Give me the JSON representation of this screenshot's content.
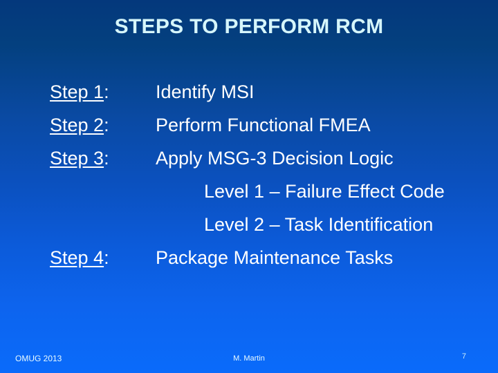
{
  "slide": {
    "title": "STEPS TO PERFORM RCM",
    "colors": {
      "background_top": "#04387c",
      "background_bottom": "#0a6bfb",
      "title_color": "#d6f6fb",
      "body_color": "#ffffff",
      "footer_color": "#e8fbff"
    },
    "rows": [
      {
        "label": "Step 1",
        "colon": ":",
        "text": "Identify MSI"
      },
      {
        "label": "Step 2",
        "colon": ":",
        "text": "Perform Functional FMEA"
      },
      {
        "label": "Step 3",
        "colon": ":",
        "text": "Apply MSG-3 Decision Logic"
      }
    ],
    "sub_rows": [
      {
        "text": "Level 1 – Failure Effect Code"
      },
      {
        "text": "Level 2 – Task Identification"
      }
    ],
    "final_row": {
      "label": "Step 4",
      "colon": ":",
      "text": "Package Maintenance Tasks"
    }
  },
  "footer": {
    "left": "OMUG 2013",
    "center": "M. Martin",
    "page_number": "7"
  }
}
